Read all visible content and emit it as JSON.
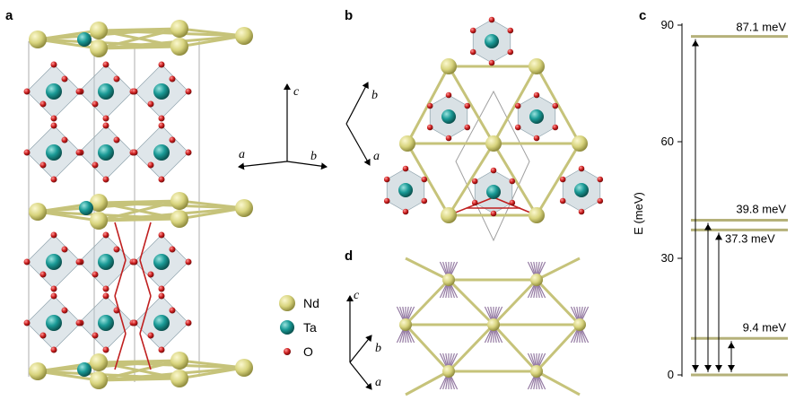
{
  "panels": {
    "a": "a",
    "b": "b",
    "c": "c",
    "d": "d"
  },
  "axes_a": {
    "a": "a",
    "b": "b",
    "c": "c"
  },
  "axes_b": {
    "a": "a",
    "b": "b"
  },
  "axes_d": {
    "a": "a",
    "b": "b",
    "c": "c"
  },
  "legend": {
    "items": [
      {
        "label": "Nd",
        "color": "#d8d47e"
      },
      {
        "label": "Ta",
        "color": "#1a9a96"
      },
      {
        "label": "O",
        "color": "#cc1f1f"
      }
    ]
  },
  "colors": {
    "nd": "#d8d47e",
    "nd_dark": "#9c9742",
    "ta": "#1a9a96",
    "ta_dark": "#0d5f5c",
    "o": "#cc1f1f",
    "octahedron": "#b9c8d0",
    "bond": "#c6c37a",
    "level": "#b5b17a",
    "spin": "#7a5a8c"
  },
  "chart_data": {
    "type": "energy-level",
    "ylabel": "E (meV)",
    "ylim": [
      0,
      90
    ],
    "yticks": [
      "0",
      "30",
      "60",
      "90"
    ],
    "levels": [
      {
        "energy": 0,
        "label": ""
      },
      {
        "energy": 9.4,
        "label": "9.4 meV"
      },
      {
        "energy": 37.3,
        "label": "37.3 meV"
      },
      {
        "energy": 39.8,
        "label": "39.8 meV"
      },
      {
        "energy": 87.1,
        "label": "87.1 meV"
      }
    ]
  }
}
